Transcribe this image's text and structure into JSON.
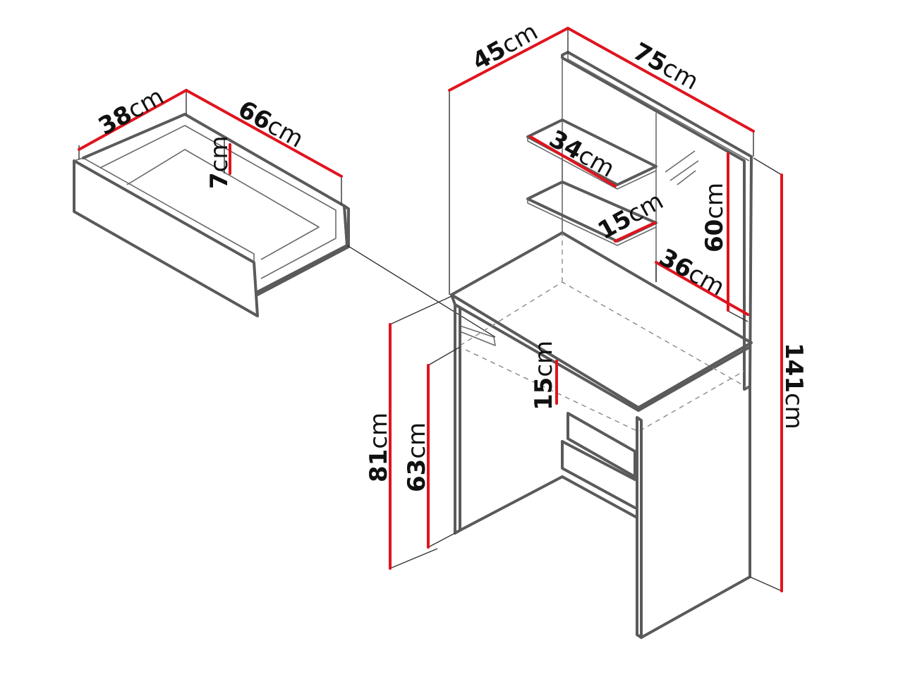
{
  "colors": {
    "dimension_line": "#e0141e",
    "outline": "#5a5a5a",
    "text": "#111111"
  },
  "dimensions": {
    "drawer_depth": {
      "value": "38",
      "unit": "cm"
    },
    "drawer_width": {
      "value": "66",
      "unit": "cm"
    },
    "drawer_height": {
      "value": "7",
      "unit": "cm"
    },
    "desk_depth": {
      "value": "45",
      "unit": "cm"
    },
    "desk_width": {
      "value": "75",
      "unit": "cm"
    },
    "shelf_width": {
      "value": "34",
      "unit": "cm"
    },
    "shelf_depth": {
      "value": "15",
      "unit": "cm"
    },
    "mirror_height": {
      "value": "60",
      "unit": "cm"
    },
    "mirror_width": {
      "value": "36",
      "unit": "cm"
    },
    "drawer_front_height": {
      "value": "15",
      "unit": "cm"
    },
    "desk_height": {
      "value": "81",
      "unit": "cm"
    },
    "legroom_height": {
      "value": "63",
      "unit": "cm"
    },
    "total_height": {
      "value": "141",
      "unit": "cm"
    }
  }
}
